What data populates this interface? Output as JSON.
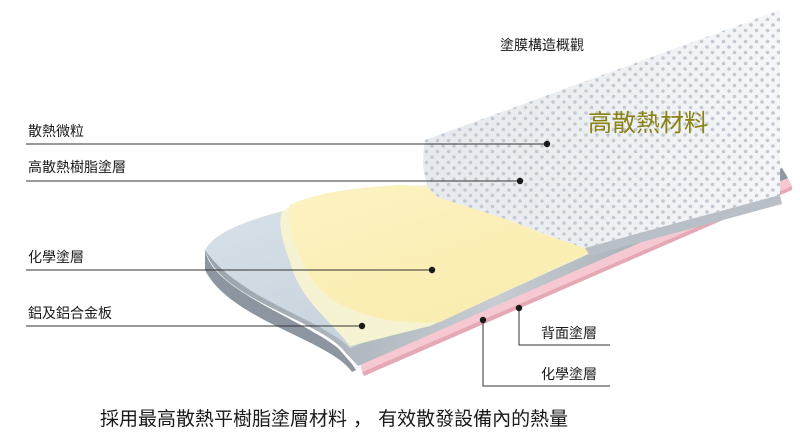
{
  "diagram": {
    "heading": "塗膜構造概觀",
    "highlight": "高散熱材料",
    "layers": {
      "particles": "散熱微粒",
      "resin_coating": "高散熱樹脂塗層",
      "chemical_coating_top": "化學塗層",
      "aluminum_plate": "鋁及鋁合金板",
      "back_coating": "背面塗層",
      "chemical_coating_bottom": "化學塗層"
    },
    "caption": "採用最高散熱平樹脂塗層材料 ， 有效散發設備內的熱量",
    "colors": {
      "metal": "#c9d4de",
      "chemical": "#f6f3d2",
      "resin": "#fbf0b8",
      "dotted": "#ebeef2",
      "dots": "#c4c9d1",
      "back": "#f6c9d2",
      "highlight_text": "#8a8312"
    }
  }
}
